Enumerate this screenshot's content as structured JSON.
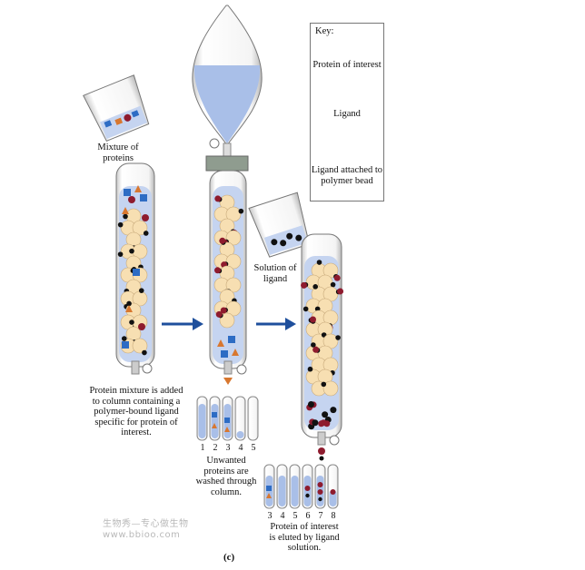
{
  "key": {
    "title": "Key:",
    "protein": "Protein of interest",
    "ligand": "Ligand",
    "bead": "Ligand attached to polymer bead"
  },
  "labels": {
    "mixture": "Mixture of proteins",
    "solution": "Solution of ligand",
    "step1": "Protein mixture is added to column containing a polymer-bound ligand specific for protein of interest.",
    "step2": "Unwanted proteins are washed through column.",
    "step3": "Protein of interest is eluted by ligand solution.",
    "caption": "(c)"
  },
  "fractions": {
    "wash": [
      "1",
      "2",
      "3",
      "4",
      "5"
    ],
    "elute": [
      "3",
      "4",
      "5",
      "6",
      "7",
      "8"
    ]
  },
  "watermark": {
    "line1": "生物秀—专心做生物",
    "line2": "www.bbioo.com"
  },
  "colors": {
    "bead": "#f7dfb2",
    "liquid": "#a9bfe8",
    "protein": "#8e1b2e",
    "ligand": "#111111",
    "arrow": "#1e4f9c",
    "other_protein_blue": "#2d6cc4",
    "other_protein_orange": "#d8772f"
  }
}
